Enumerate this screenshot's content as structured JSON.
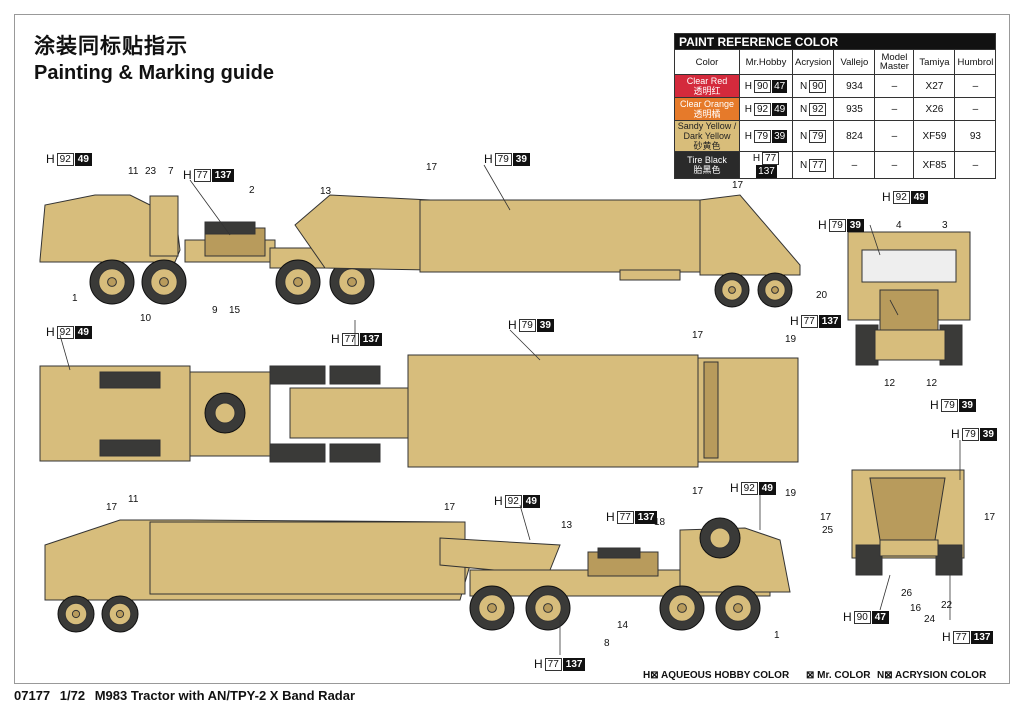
{
  "header": {
    "title_cn": "涂装同标贴指示",
    "title_en": "Painting & Marking guide"
  },
  "paint_table": {
    "title": "PAINT  REFERENCE COLOR",
    "columns": [
      "Color",
      "Mr.Hobby",
      "Acrysion",
      "Vallejo",
      "Model Master",
      "Tamiya",
      "Humbrol"
    ],
    "rows": [
      {
        "name": "Clear Red",
        "name_cn": "透明红",
        "color": "#d42a3c",
        "h1": "90",
        "h2": "47",
        "n": "90",
        "vallejo": "934",
        "mm": "–",
        "tamiya": "X27",
        "humbrol": "–"
      },
      {
        "name": "Clear Orange",
        "name_cn": "透明橘",
        "color": "#e67a2a",
        "h1": "92",
        "h2": "49",
        "n": "92",
        "vallejo": "935",
        "mm": "–",
        "tamiya": "X26",
        "humbrol": "–"
      },
      {
        "name": "Sandy Yellow / Dark Yellow",
        "name_cn": "砂黄色",
        "color": "#d8bd7a",
        "h1": "79",
        "h2": "39",
        "n": "79",
        "vallejo": "824",
        "mm": "–",
        "tamiya": "XF59",
        "humbrol": "93"
      },
      {
        "name": "Tire Black",
        "name_cn": "胎黑色",
        "color": "#2a2a2a",
        "h1": "77",
        "h2": "137",
        "n": "77",
        "vallejo": "–",
        "mm": "–",
        "tamiya": "XF85",
        "humbrol": "–"
      }
    ]
  },
  "markers": {
    "m1": {
      "l": "H",
      "a": "92",
      "b": "49"
    },
    "m2": {
      "l": "H",
      "a": "77",
      "b": "137"
    },
    "m3": {
      "l": "H",
      "a": "79",
      "b": "39"
    },
    "m4": {
      "l": "H",
      "a": "77",
      "b": "137"
    },
    "m5": {
      "l": "H",
      "a": "92",
      "b": "49"
    },
    "m6": {
      "l": "H",
      "a": "79",
      "b": "39"
    },
    "m7": {
      "l": "H",
      "a": "77",
      "b": "137"
    },
    "m8": {
      "l": "H",
      "a": "92",
      "b": "49"
    },
    "m9": {
      "l": "H",
      "a": "79",
      "b": "39"
    },
    "m10": {
      "l": "H",
      "a": "92",
      "b": "49"
    },
    "m11": {
      "l": "H",
      "a": "77",
      "b": "137"
    },
    "m12": {
      "l": "H",
      "a": "79",
      "b": "39"
    },
    "m13": {
      "l": "H",
      "a": "79",
      "b": "39"
    },
    "m14": {
      "l": "H",
      "a": "77",
      "b": "137"
    },
    "m15": {
      "l": "H",
      "a": "92",
      "b": "49"
    },
    "m16": {
      "l": "H",
      "a": "90",
      "b": "47"
    },
    "m17": {
      "l": "H",
      "a": "77",
      "b": "137"
    },
    "m18": {
      "l": "H",
      "a": "77",
      "b": "137"
    }
  },
  "callouts": {
    "c11": "11",
    "c23": "23",
    "c7": "7",
    "c2": "2",
    "c13": "13",
    "c17": "17",
    "c1": "1",
    "c10": "10",
    "c9": "9",
    "c15": "15",
    "c4": "4",
    "c3": "3",
    "c20": "20",
    "c12": "12",
    "c19": "19",
    "c18": "18",
    "c14": "14",
    "c8": "8",
    "c25": "25",
    "c26": "26",
    "c16": "16",
    "c24": "24",
    "c22": "22"
  },
  "legend": {
    "h": "H⊠ AQUEOUS HOBBY COLOR",
    "mr": "⊠ Mr. COLOR",
    "n": "N⊠ ACRYSION COLOR"
  },
  "footer": {
    "code": "07177",
    "scale": "1/72",
    "name": "M983 Tractor with AN/TPY-2 X Band Radar"
  },
  "colors": {
    "sand": "#d7bd7c",
    "sand_dark": "#b89b5c",
    "tire": "#3a3a38",
    "line": "#333"
  }
}
